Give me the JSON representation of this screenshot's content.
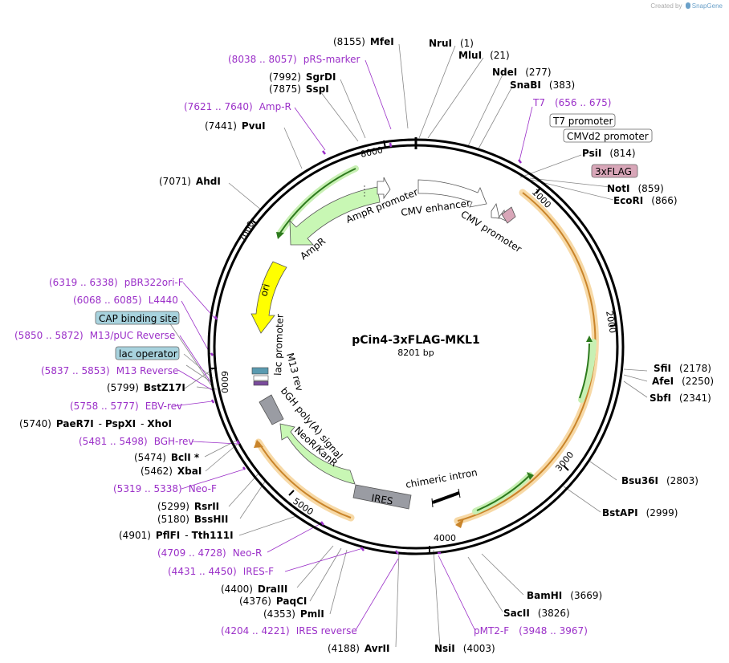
{
  "credit": {
    "prefix": "Created by",
    "brand": "SnapGene"
  },
  "map": {
    "name": "pCin4-3xFLAG-MKL1",
    "length_label": "8201 bp",
    "tick_labels": [
      "1000",
      "2000",
      "3000",
      "4000",
      "5000",
      "6000",
      "7000",
      "8000"
    ]
  },
  "colors": {
    "enzyme": "#000000",
    "primer": "#9b30c8",
    "backbone": "#000000",
    "orf_green": "#d4f5c0",
    "orf_orange": "#f5c56b",
    "grey_feature": "#9a9ca3",
    "promoter_white": "#ffffff",
    "ori_yellow": "#ffff00",
    "tag_pink": "#d8a6b8",
    "protein_binding": "#a8d3de"
  },
  "features": {
    "ampr_promoter": "AmpR promoter",
    "ampr": "AmpR",
    "cmv_enhancer": "CMV enhancer",
    "cmv_promoter": "CMV promoter",
    "ori": "ori",
    "lac_promoter": "lac promoter",
    "m13_rev": "M13 rev",
    "bgh_polya": "bGH poly(A) signal",
    "neor_kanr": "NeoR/KanR",
    "ires": "IRES",
    "chimeric_intron": "chimeric intron"
  },
  "enzymes": [
    {
      "pos": "(8155)",
      "name": "MfeI"
    },
    {
      "pos": "(1)",
      "name": "NruI"
    },
    {
      "pos": "(21)",
      "name": "MluI"
    },
    {
      "pos": "(277)",
      "name": "NdeI"
    },
    {
      "pos": "(383)",
      "name": "SnaBI"
    },
    {
      "pos": "(7992)",
      "name": "SgrDI"
    },
    {
      "pos": "(7875)",
      "name": "SspI"
    },
    {
      "pos": "(7441)",
      "name": "PvuI"
    },
    {
      "pos": "(814)",
      "name": "PsiI"
    },
    {
      "pos": "(859)",
      "name": "NotI"
    },
    {
      "pos": "(866)",
      "name": "EcoRI"
    },
    {
      "pos": "(7071)",
      "name": "AhdI"
    },
    {
      "pos": "(5799)",
      "name": "BstZ17I"
    },
    {
      "pos": "(2178)",
      "name": "SfiI"
    },
    {
      "pos": "(2250)",
      "name": "AfeI"
    },
    {
      "pos": "(2341)",
      "name": "SbfI"
    },
    {
      "pos": "(5474)",
      "name": "BclI *"
    },
    {
      "pos": "(5462)",
      "name": "XbaI"
    },
    {
      "pos": "(2803)",
      "name": "Bsu36I"
    },
    {
      "pos": "(5299)",
      "name": "RsrII"
    },
    {
      "pos": "(5180)",
      "name": "BssHII"
    },
    {
      "pos": "(2999)",
      "name": "BstAPI"
    },
    {
      "pos": "(4400)",
      "name": "DraIII"
    },
    {
      "pos": "(4376)",
      "name": "PaqCI"
    },
    {
      "pos": "(4353)",
      "name": "PmlI"
    },
    {
      "pos": "(3669)",
      "name": "BamHI"
    },
    {
      "pos": "(3826)",
      "name": "SacII"
    },
    {
      "pos": "(4188)",
      "name": "AvrII"
    },
    {
      "pos": "(4003)",
      "name": "NsiI"
    }
  ],
  "multi_enzyme": [
    {
      "pos": "(5740)",
      "parts": [
        "PaeR7I",
        "-",
        "PspXI",
        "-",
        "XhoI"
      ]
    },
    {
      "pos": "(4901)",
      "parts": [
        "PflFI",
        "-",
        "Tth111I"
      ]
    }
  ],
  "primers": [
    {
      "range": "(8038 .. 8057)",
      "name": "pRS-marker"
    },
    {
      "range": "(7621 .. 7640)",
      "name": "Amp-R"
    },
    {
      "name": "T7",
      "range": "(656 .. 675)"
    },
    {
      "range": "(6319 .. 6338)",
      "name": "pBR322ori-F"
    },
    {
      "range": "(6068 .. 6085)",
      "name": "L4440"
    },
    {
      "range": "(5850 .. 5872)",
      "name": "M13/pUC Reverse"
    },
    {
      "range": "(5837 .. 5853)",
      "name": "M13 Reverse"
    },
    {
      "range": "(5758 .. 5777)",
      "name": "EBV-rev"
    },
    {
      "range": "(5481 .. 5498)",
      "name": "BGH-rev"
    },
    {
      "range": "(5319 .. 5338)",
      "name": "Neo-F"
    },
    {
      "range": "(4709 .. 4728)",
      "name": "Neo-R"
    },
    {
      "range": "(4431 .. 4450)",
      "name": "IRES-F"
    },
    {
      "range": "(4204 .. 4221)",
      "name": "IRES reverse"
    },
    {
      "name": "pMT2-F",
      "range": "(3948 .. 3967)"
    }
  ],
  "boxed_features": {
    "t7_promoter": "T7 promoter",
    "cmvd2_promoter": "CMVd2 promoter",
    "flag": "3xFLAG",
    "cap_site": "CAP binding site",
    "lac_operator": "lac operator"
  }
}
